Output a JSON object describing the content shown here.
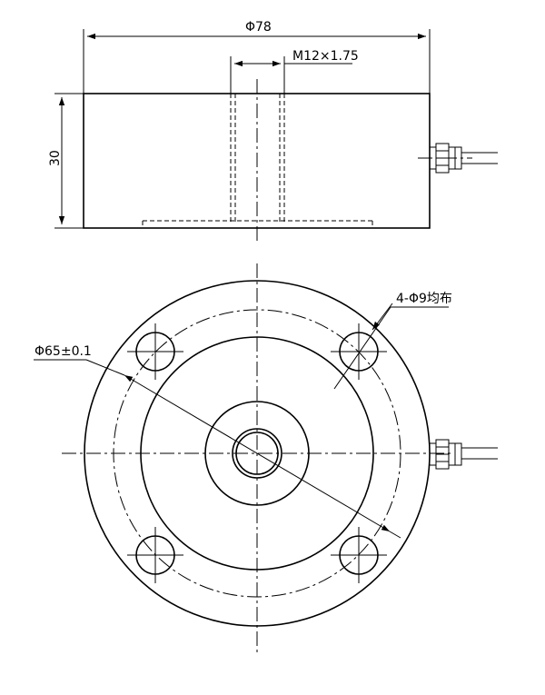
{
  "drawing": {
    "dimensions": {
      "outer_diameter": "Φ78",
      "thread": "M12×1.75",
      "height": "30",
      "bolt_circle": "Φ65±0.1",
      "holes": "4-Φ9均布"
    }
  }
}
